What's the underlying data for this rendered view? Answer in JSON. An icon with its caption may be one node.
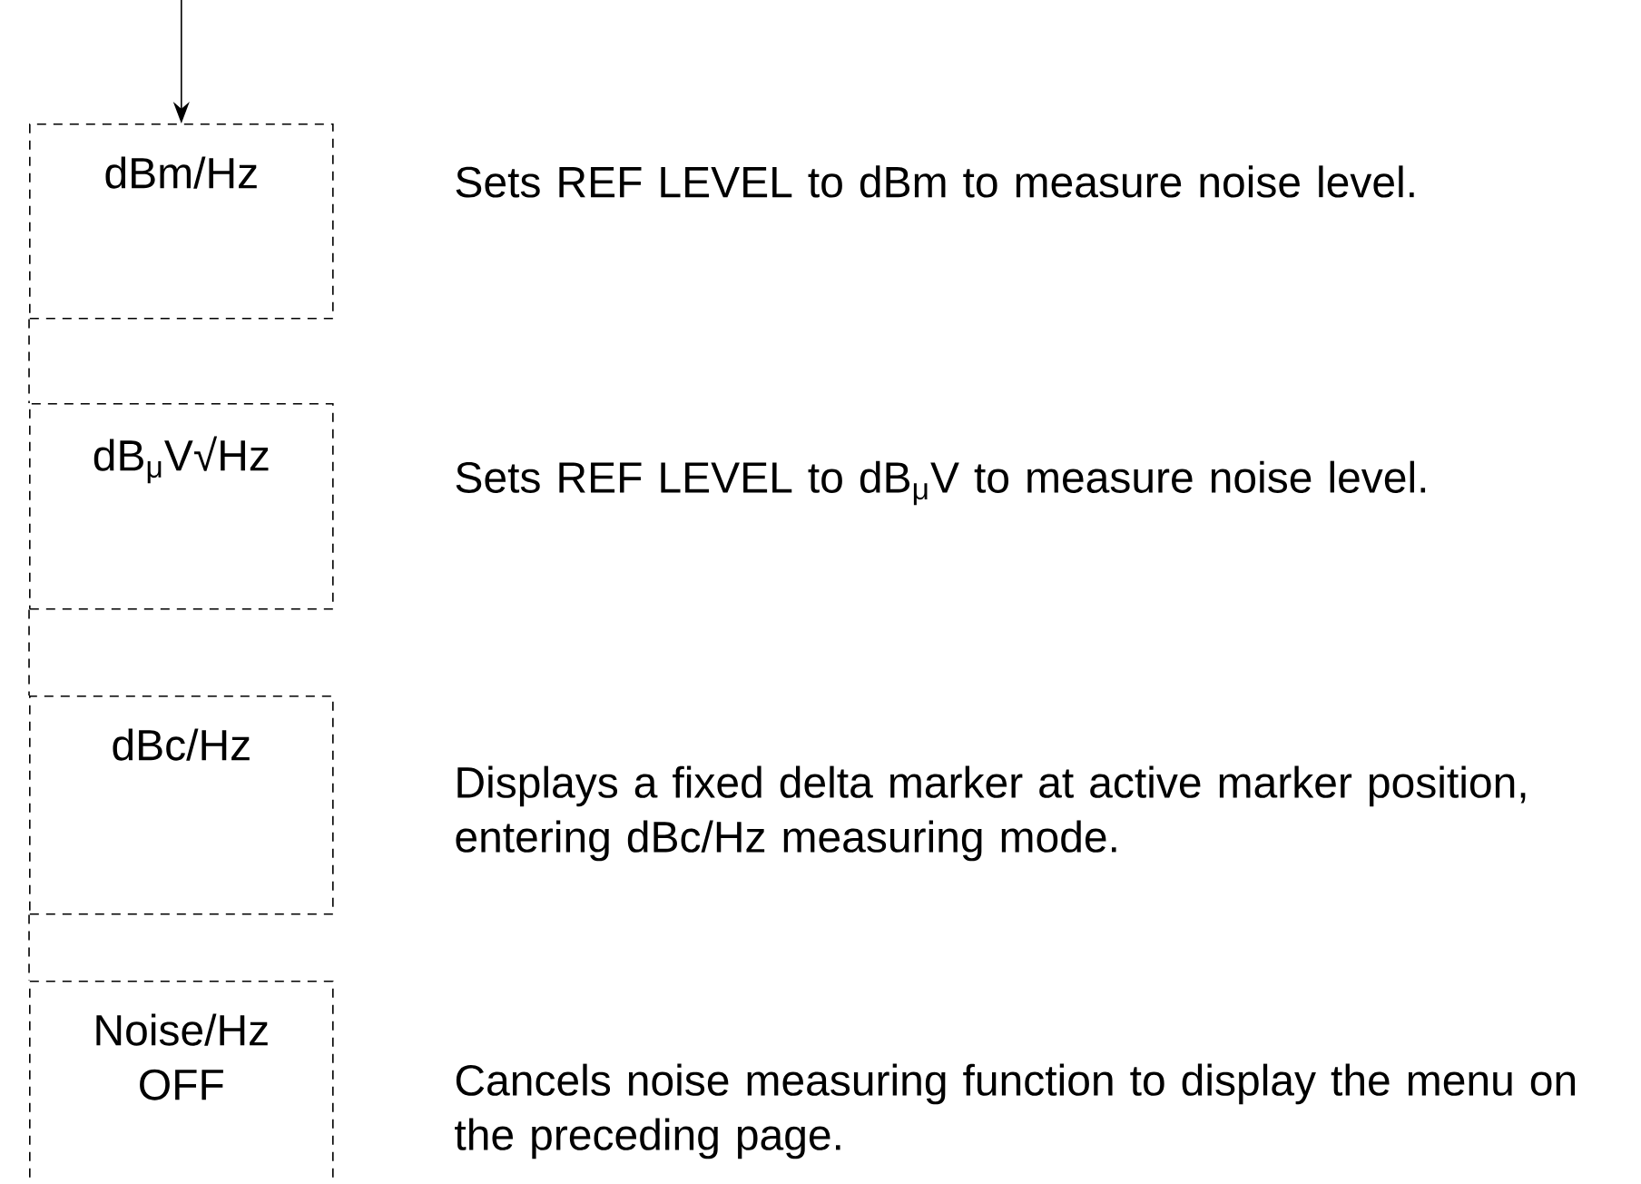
{
  "diagram": {
    "nodes": [
      {
        "text": [
          "dBm/Hz"
        ],
        "beside": [
          "Sets REF LEVEL to dBm to measure noise level."
        ]
      },
      {
        "text": [
          "dB$_{μ}$V√Hz"
        ],
        "beside": [
          "Sets REF LEVEL to dB$_{μ}$V to measure noise level."
        ]
      },
      {
        "text": [
          "dBc/Hz"
        ],
        "beside": [
          "Displays a fixed delta marker at active marker position, entering dBc/Hz measuring mode."
        ]
      },
      {
        "text": [
          "Noise/Hz OFF"
        ],
        "beside": [
          "Cancels noise measuring function to display the menu on the preceding page."
        ]
      }
    ],
    "edges": [
      {
        "from": null,
        "to": 0,
        "arrow": "to"
      },
      {
        "from": 0,
        "to": 1,
        "arrow": "none",
        "style": "dashed"
      },
      {
        "from": 1,
        "to": 2,
        "arrow": "none",
        "style": "dashed"
      },
      {
        "from": 2,
        "to": 3,
        "arrow": "none",
        "style": "dashed"
      }
    ]
  }
}
